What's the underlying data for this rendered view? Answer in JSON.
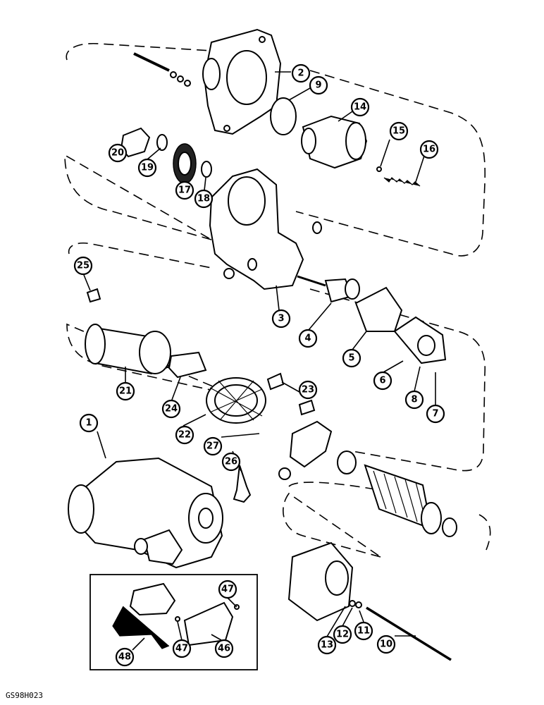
{
  "figure_code": "GS98H023",
  "callouts": [
    "1",
    "2",
    "3",
    "4",
    "5",
    "6",
    "7",
    "8",
    "9",
    "10",
    "11",
    "12",
    "13",
    "14",
    "15",
    "16",
    "17",
    "18",
    "19",
    "20",
    "21",
    "22",
    "23",
    "24",
    "25",
    "26",
    "27",
    "46",
    "47",
    "47",
    "48"
  ]
}
